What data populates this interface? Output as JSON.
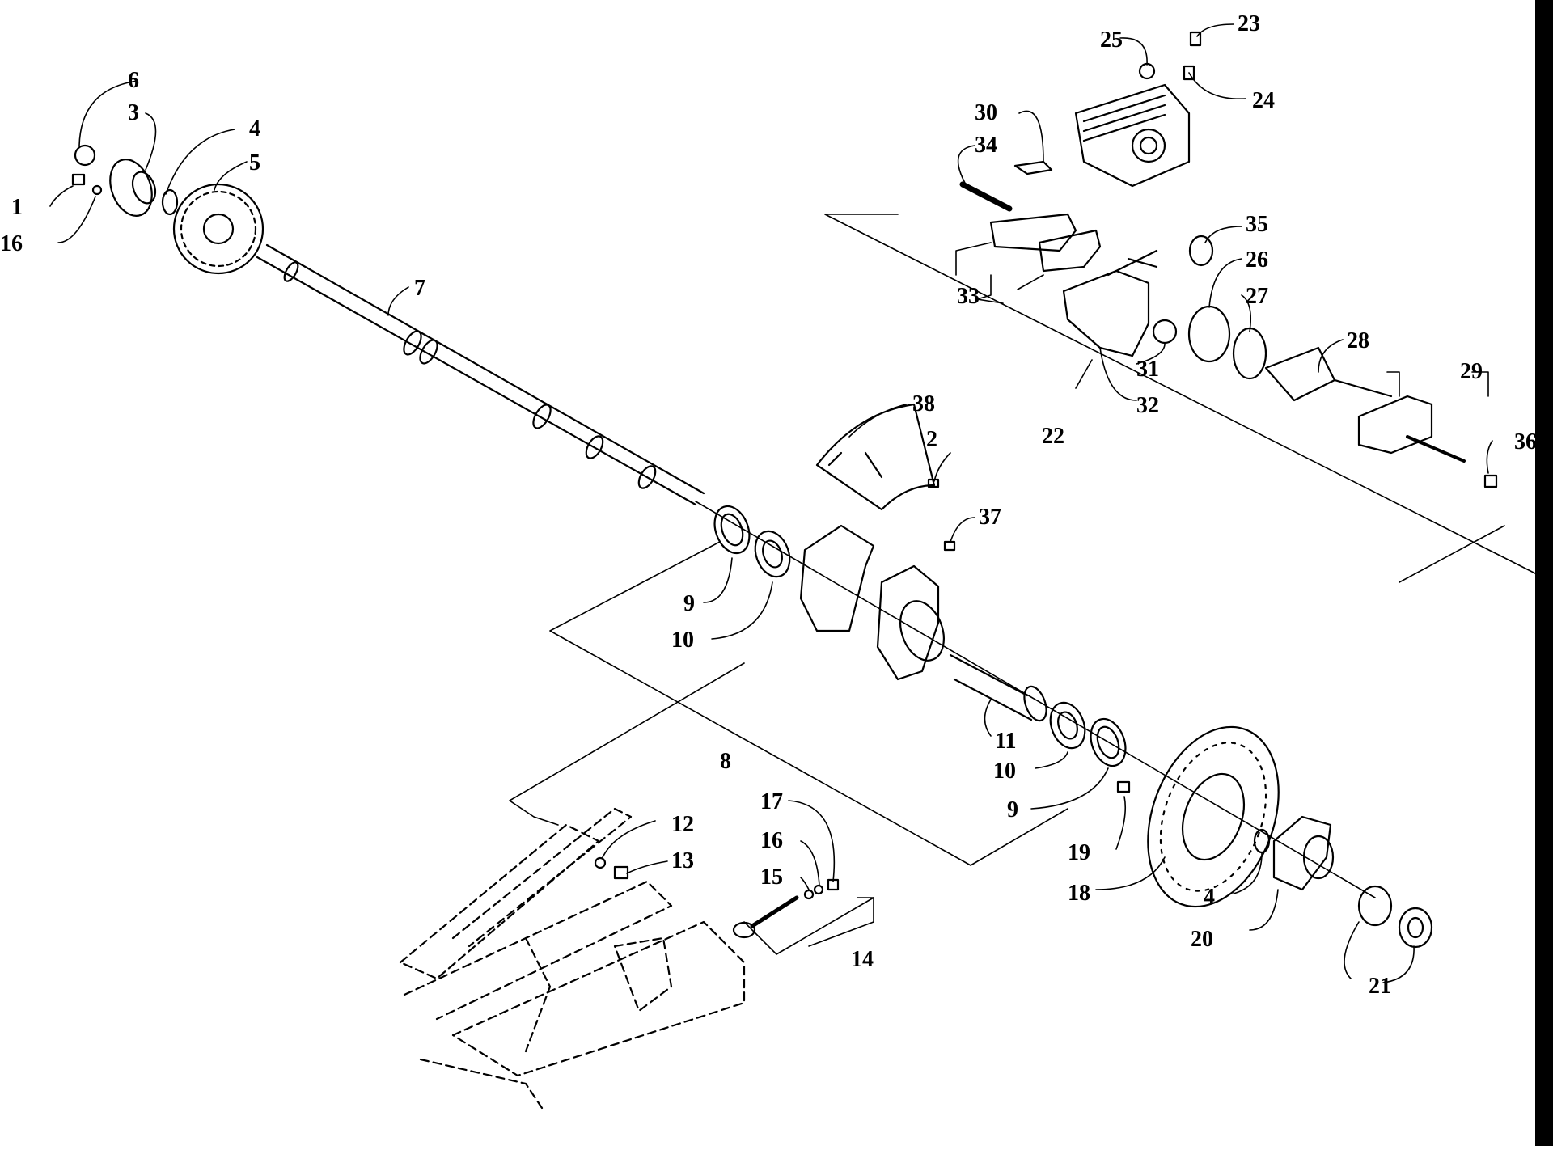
{
  "diagram": {
    "callouts": [
      {
        "id": "c1",
        "text": "1"
      },
      {
        "id": "c16a",
        "text": "16"
      },
      {
        "id": "c6",
        "text": "6"
      },
      {
        "id": "c3",
        "text": "3"
      },
      {
        "id": "c4a",
        "text": "4"
      },
      {
        "id": "c5",
        "text": "5"
      },
      {
        "id": "c7",
        "text": "7"
      },
      {
        "id": "c38",
        "text": "38"
      },
      {
        "id": "c2",
        "text": "2"
      },
      {
        "id": "c37",
        "text": "37"
      },
      {
        "id": "c9a",
        "text": "9"
      },
      {
        "id": "c10a",
        "text": "10"
      },
      {
        "id": "c11",
        "text": "11"
      },
      {
        "id": "c10b",
        "text": "10"
      },
      {
        "id": "c9b",
        "text": "9"
      },
      {
        "id": "c8",
        "text": "8"
      },
      {
        "id": "c12",
        "text": "12"
      },
      {
        "id": "c13",
        "text": "13"
      },
      {
        "id": "c17",
        "text": "17"
      },
      {
        "id": "c16b",
        "text": "16"
      },
      {
        "id": "c15",
        "text": "15"
      },
      {
        "id": "c14",
        "text": "14"
      },
      {
        "id": "c19",
        "text": "19"
      },
      {
        "id": "c18",
        "text": "18"
      },
      {
        "id": "c4b",
        "text": "4"
      },
      {
        "id": "c20",
        "text": "20"
      },
      {
        "id": "c21",
        "text": "21"
      },
      {
        "id": "c25",
        "text": "25"
      },
      {
        "id": "c23",
        "text": "23"
      },
      {
        "id": "c24",
        "text": "24"
      },
      {
        "id": "c30",
        "text": "30"
      },
      {
        "id": "c34",
        "text": "34"
      },
      {
        "id": "c35",
        "text": "35"
      },
      {
        "id": "c26",
        "text": "26"
      },
      {
        "id": "c27",
        "text": "27"
      },
      {
        "id": "c33",
        "text": "33"
      },
      {
        "id": "c31",
        "text": "31"
      },
      {
        "id": "c28",
        "text": "28"
      },
      {
        "id": "c32",
        "text": "32"
      },
      {
        "id": "c29",
        "text": "29"
      },
      {
        "id": "c22",
        "text": "22"
      },
      {
        "id": "c36",
        "text": "36"
      }
    ]
  }
}
